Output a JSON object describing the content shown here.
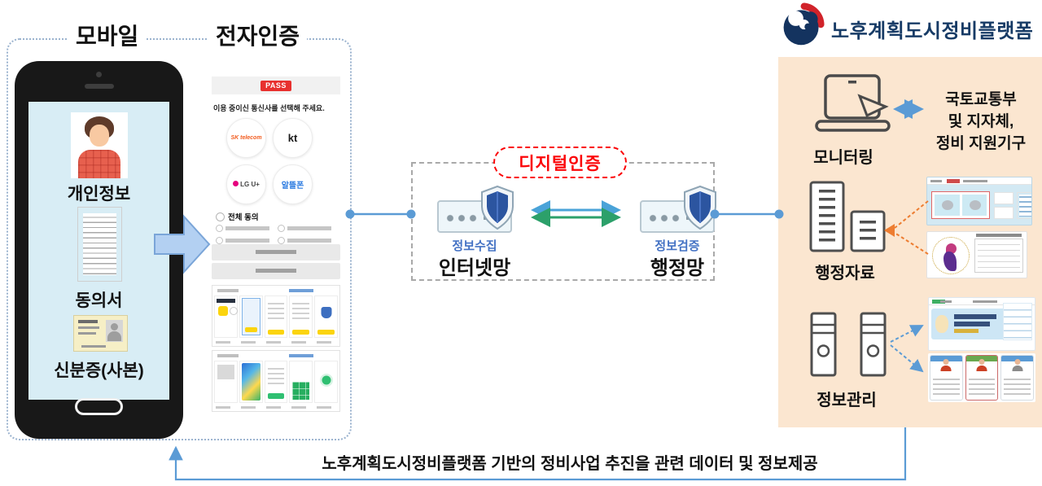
{
  "left": {
    "title_mobile": "모바일",
    "title_auth": "전자인증",
    "phone_items": {
      "personal": "개인정보",
      "consent": "동의서",
      "id_copy": "신분증(사본)"
    },
    "auth": {
      "logo": "PASS",
      "instruction": "이용 중이신 통신사를 선택해 주세요.",
      "carriers": [
        "SK telecom",
        "kt",
        "LG U+",
        "알뜰폰"
      ],
      "agree_all": "전체 동의"
    }
  },
  "middle": {
    "title": "디지털인증",
    "collect": {
      "tag": "정보수집",
      "name": "인터넷망"
    },
    "verify": {
      "tag": "정보검증",
      "name": "행정망"
    }
  },
  "platform": {
    "logo_text": "노후계획도시정비플랫폼",
    "monitoring": "모니터링",
    "partners": {
      "line1": "국토교통부",
      "line2": "및 지자체,",
      "line3": "정비 지원기구"
    },
    "admin_data": "행정자료",
    "info_mgmt": "정보관리"
  },
  "bottom": {
    "caption": "노후계획도시정비플랫폼 기반의 정비사업 추진을 관련 데이터 및 정보제공"
  },
  "colors": {
    "accent_blue": "#5b9bd5",
    "alert_red": "#fb0407",
    "panel_peach": "#fbe6d0",
    "screen_blue": "#d8edf5",
    "label_blue": "#4472c4",
    "arrow_teal": "#4aa3d8",
    "arrow_green": "#2ca06a",
    "arrow_orange": "#ed7d31",
    "gov_navy": "#173b66"
  }
}
